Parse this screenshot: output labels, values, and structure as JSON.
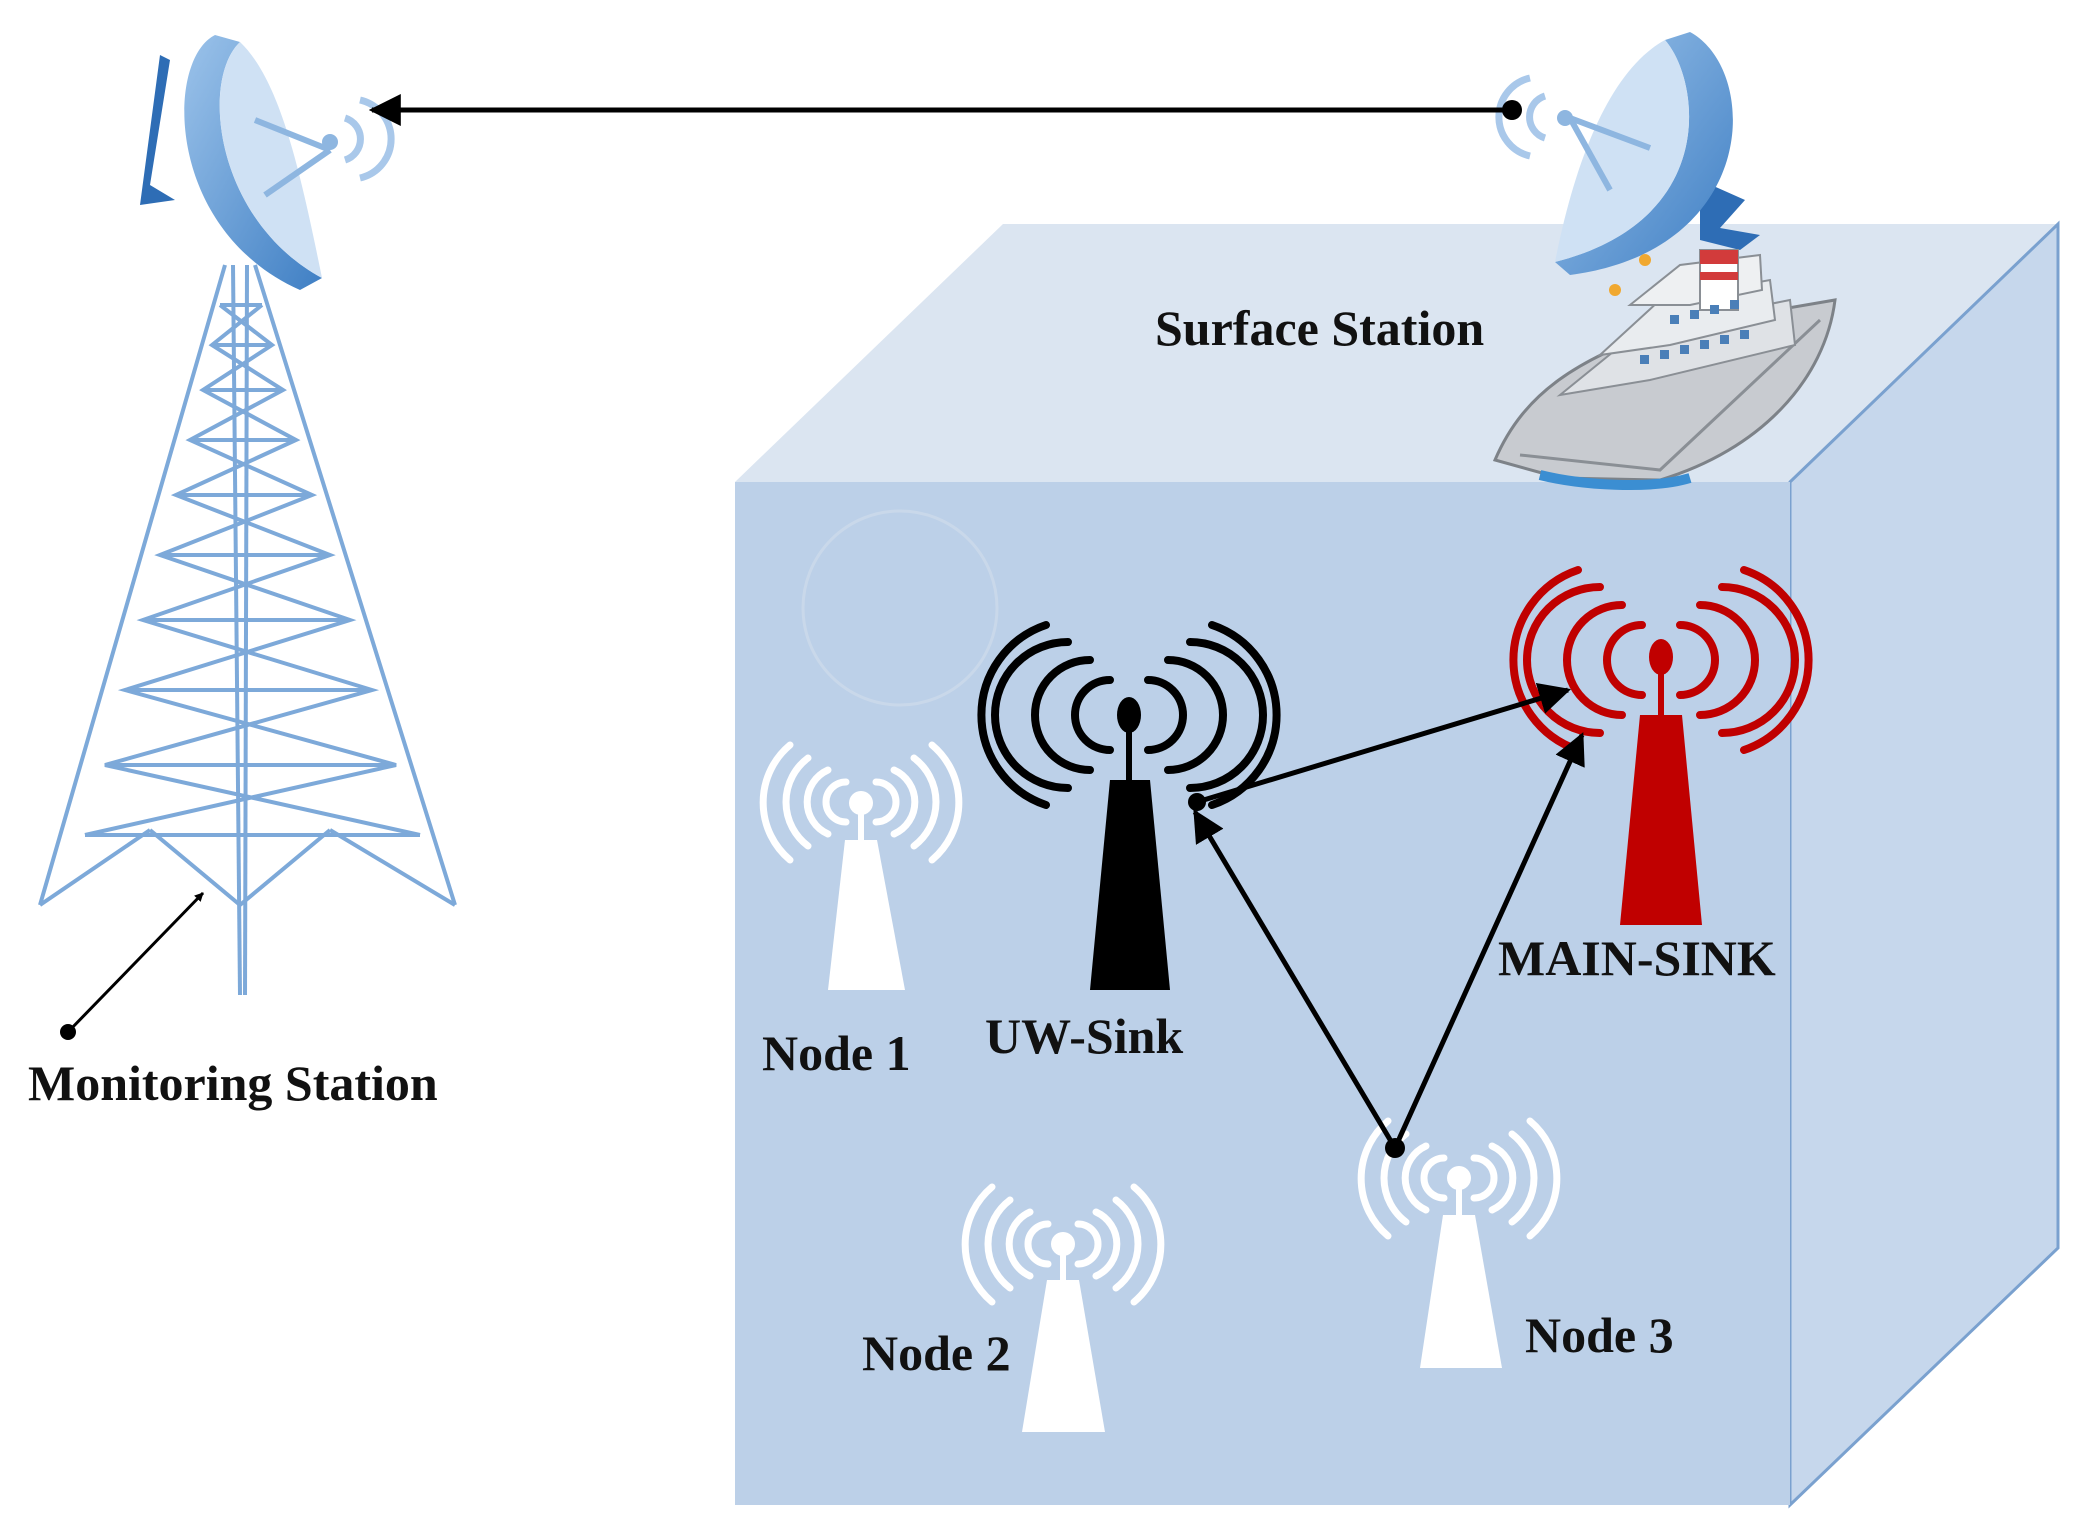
{
  "labels": {
    "monitoring_station": "Monitoring Station",
    "surface_station": "Surface Station",
    "uw_sink": "UW-Sink",
    "main_sink": "MAIN-SINK",
    "node1": "Node 1",
    "node2": "Node 2",
    "node3": "Node 3"
  },
  "colors": {
    "background": "#ffffff",
    "water_front": "#bdd1e8",
    "water_top": "#dbe5f1",
    "water_side": "#c4d6ec",
    "tower": "#7da9d9",
    "dish": "#5b9bd5",
    "uw_sink": "#000000",
    "main_sink": "#c00000",
    "node": "#ffffff",
    "arrow": "#000000"
  },
  "icons": {
    "monitoring_tower": "lattice-tower-icon",
    "dish": "satellite-dish-icon",
    "ship": "ship-icon",
    "antenna": "antenna-tower-icon"
  }
}
